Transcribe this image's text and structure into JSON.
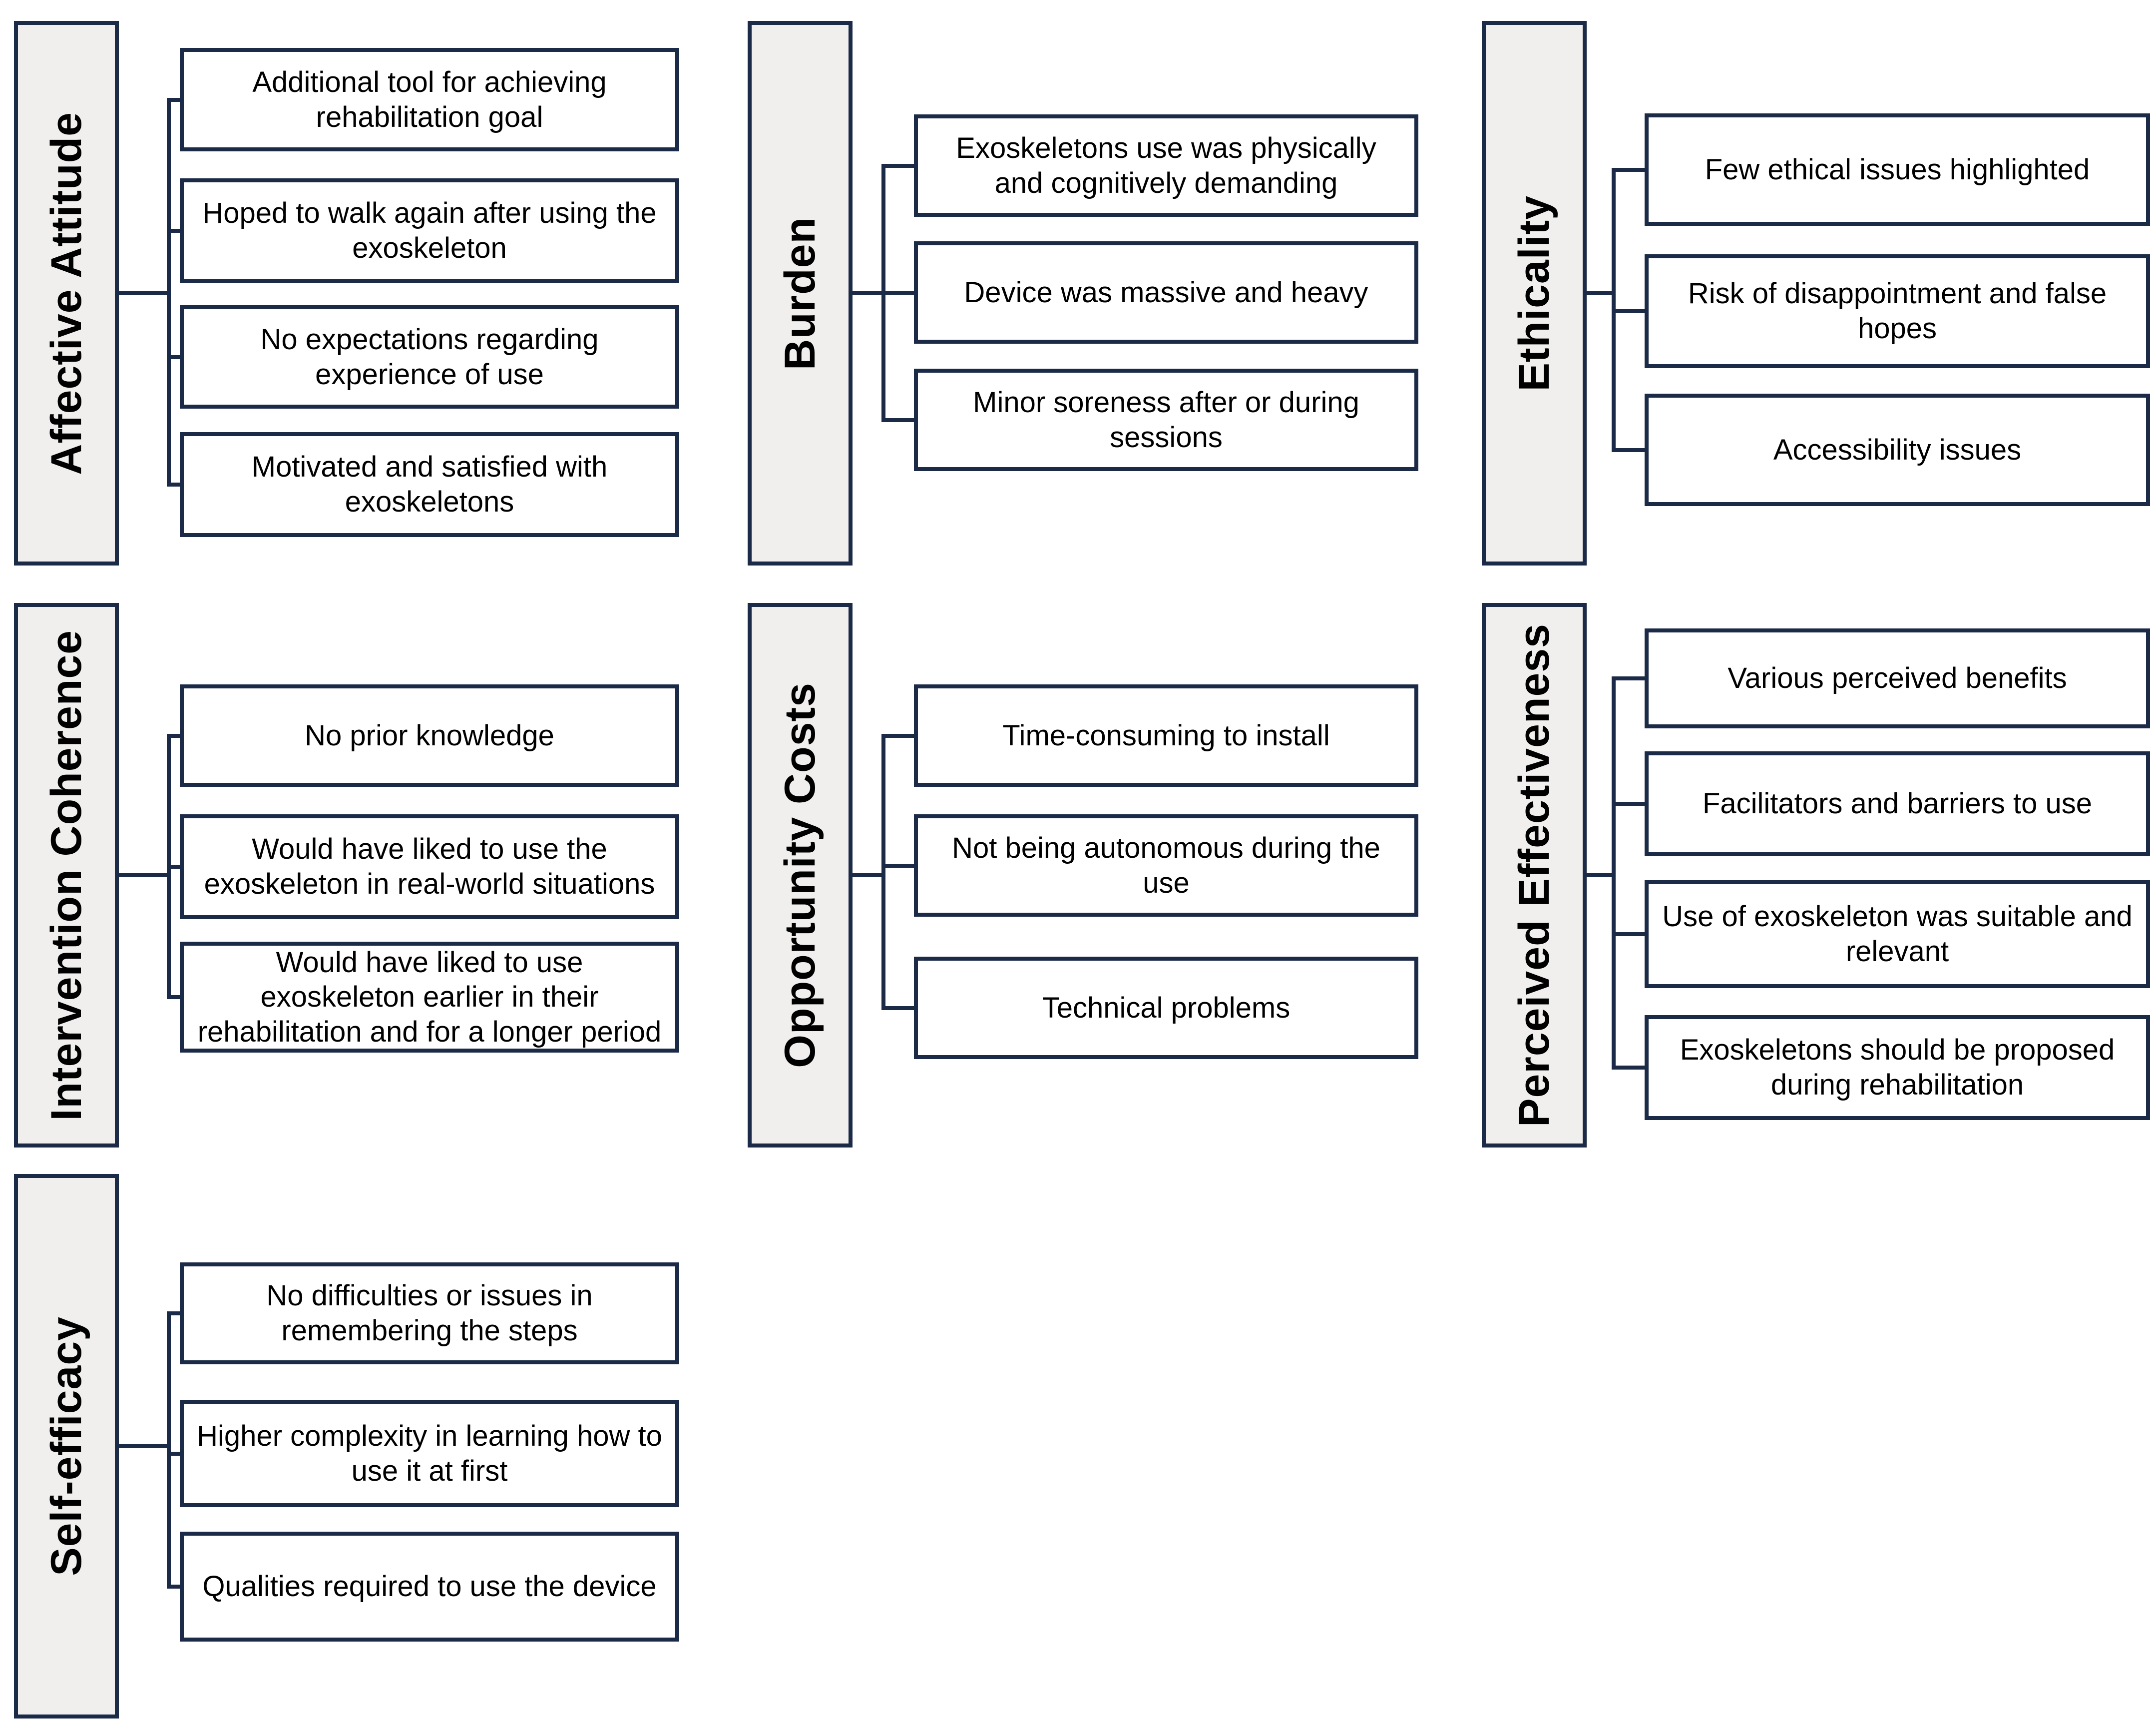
{
  "diagram": {
    "colors": {
      "border": "#1b2a47",
      "category_fill": "#f0efed",
      "item_fill": "#ffffff",
      "text": "#000000"
    },
    "groups": [
      {
        "label": "Affective Attitude",
        "items": [
          "Additional tool for achieving rehabilitation goal",
          "Hoped to walk again after using the exoskeleton",
          "No expectations regarding experience of use",
          "Motivated and satisfied with exoskeletons"
        ]
      },
      {
        "label": "Burden",
        "items": [
          "Exoskeletons use was physically and cognitively demanding",
          "Device was massive and heavy",
          "Minor soreness after or during sessions"
        ]
      },
      {
        "label": "Ethicality",
        "items": [
          "Few ethical issues highlighted",
          "Risk of disappointment and false hopes",
          "Accessibility issues"
        ]
      },
      {
        "label": "Intervention Coherence",
        "items": [
          "No prior knowledge",
          "Would have liked to use the exoskeleton in real-world situations",
          "Would have liked to use exoskeleton earlier in their rehabilitation and for a longer period"
        ]
      },
      {
        "label": "Opportunity Costs",
        "items": [
          "Time-consuming to install",
          "Not being autonomous during the use",
          "Technical problems"
        ]
      },
      {
        "label": "Perceived Effectiveness",
        "items": [
          "Various perceived benefits",
          "Facilitators and barriers to use",
          "Use of exoskeleton was suitable and relevant",
          "Exoskeletons should be proposed during rehabilitation"
        ]
      },
      {
        "label": "Self-efficacy",
        "items": [
          "No difficulties or issues in remembering the steps",
          "Higher complexity in learning how to use it at first",
          "Qualities required to use the device"
        ]
      }
    ]
  }
}
